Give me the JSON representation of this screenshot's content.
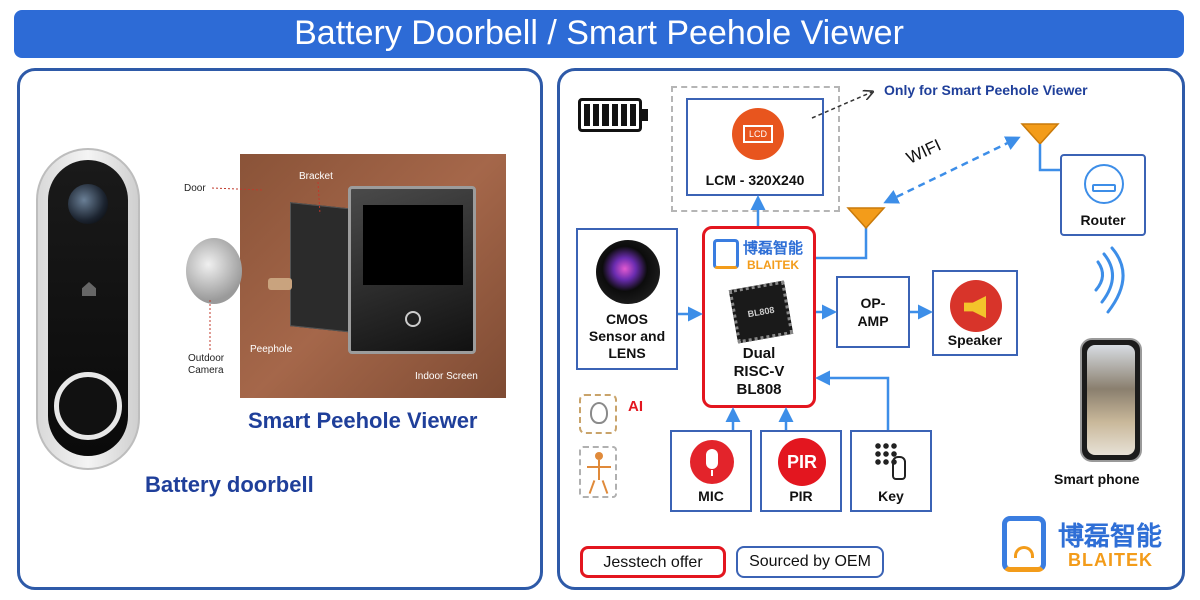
{
  "title": "Battery Doorbell / Smart Peehole Viewer",
  "left": {
    "doorbell_label": "Battery doorbell",
    "peehole_label": "Smart Peehole Viewer",
    "photo_labels": {
      "door": "Door",
      "bracket": "Bracket",
      "outdoor_camera": "Outdoor Camera",
      "peephole": "Peephole",
      "indoor_screen": "Indoor Screen"
    }
  },
  "right": {
    "only_for": "Only for Smart Peehole Viewer",
    "lcm_icon_text": "LCD",
    "lcm": "LCM - 320X240",
    "wifi": "WIFI",
    "router": "Router",
    "cmos": "CMOS Sensor and LENS",
    "chip_text": "BL808",
    "brand_cn": "博磊智能",
    "brand_en": "BLAITEK",
    "soc": "Dual RISC-V BL808",
    "opamp": "OP-AMP",
    "speaker": "Speaker",
    "ai": "AI",
    "mic": "MIC",
    "pir_icon_text": "PIR",
    "pir": "PIR",
    "key": "Key",
    "smartphone": "Smart phone",
    "legend": {
      "jesstech": "Jesstech offer",
      "oem": "Sourced by OEM"
    }
  },
  "colors": {
    "title_bg": "#2d6bd6",
    "panel_border": "#2e5aa8",
    "box_border": "#3b63b5",
    "red": "#e3161f",
    "arrow": "#3d8ee8",
    "antenna": "#f39c1a",
    "label_blue": "#1f3f9a"
  }
}
